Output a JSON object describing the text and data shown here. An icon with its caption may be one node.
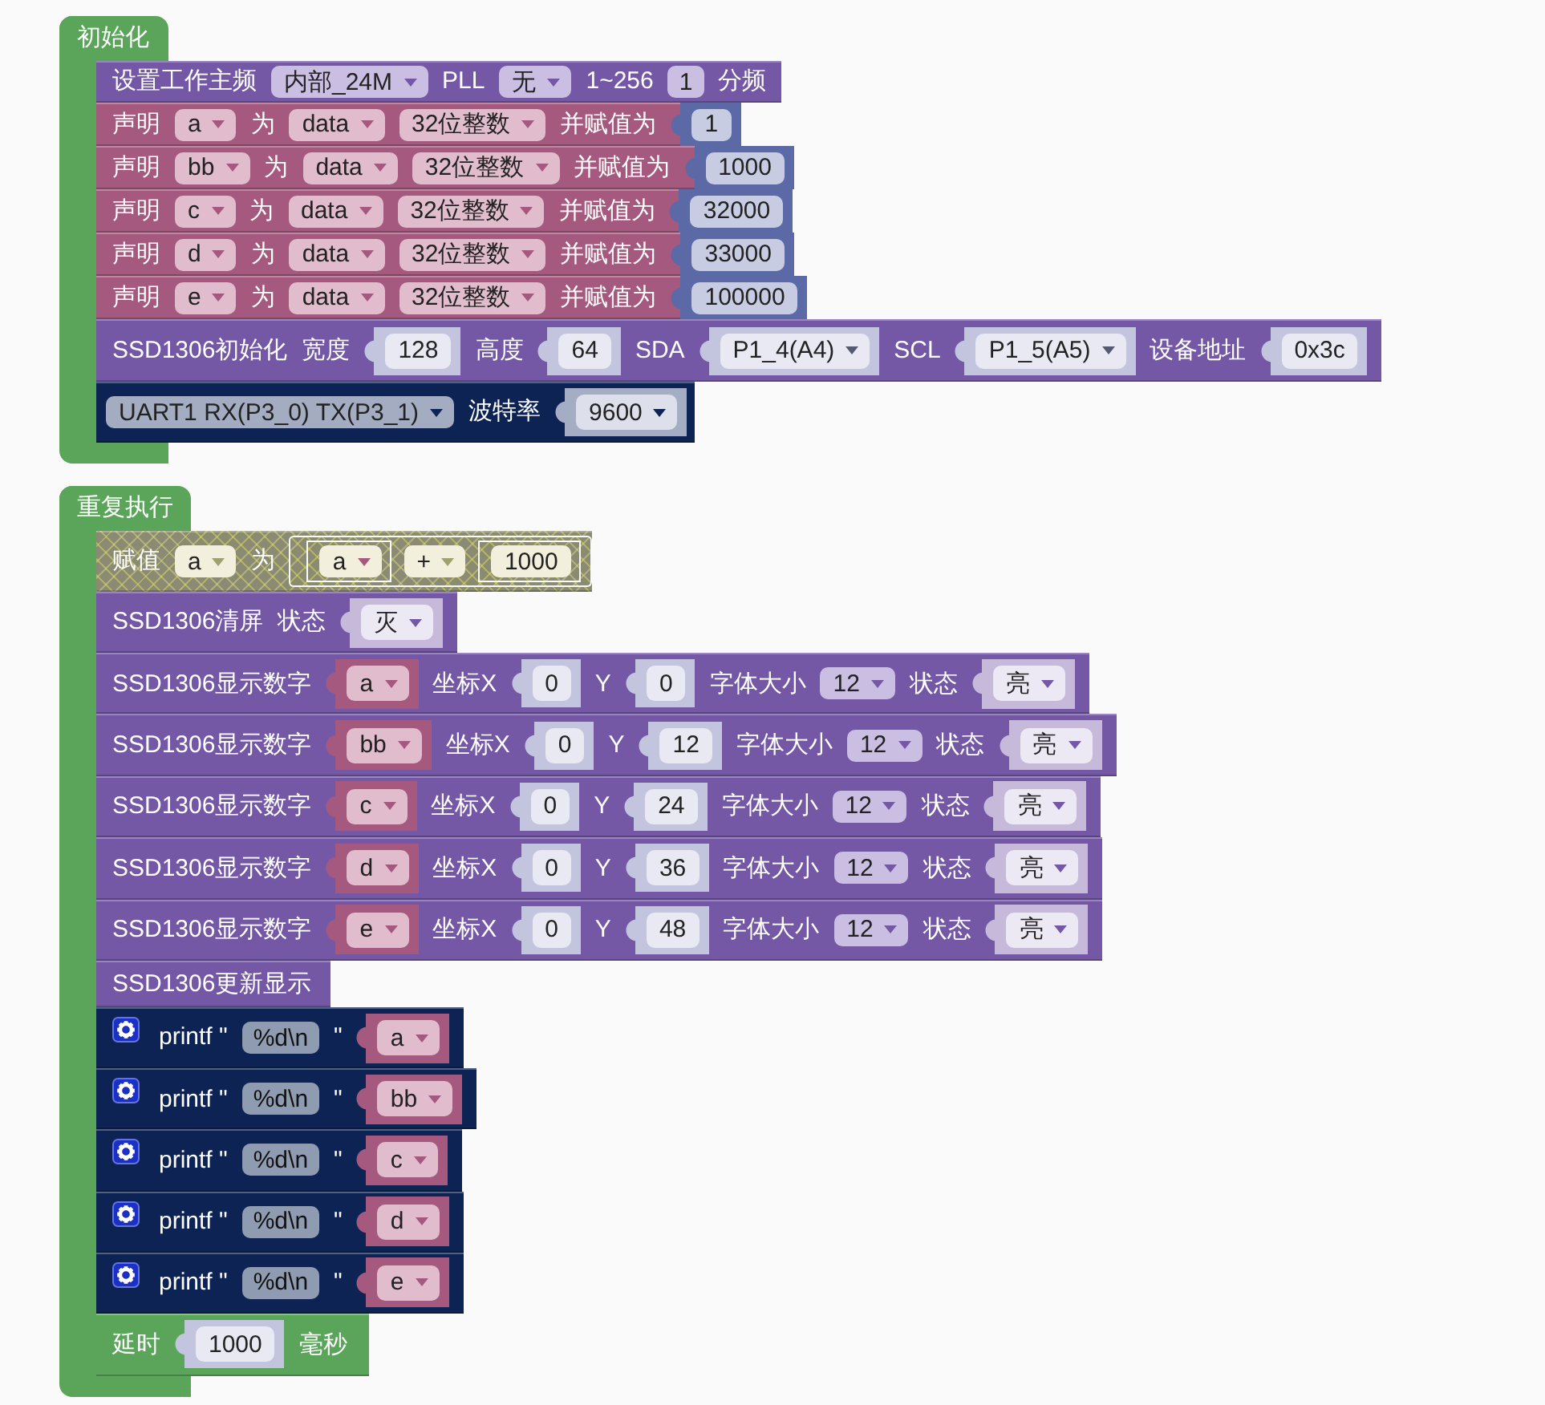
{
  "diagram": {
    "nodes": [
      {
        "text": [
          "初始化"
        ]
      },
      {
        "text": [
          "设置工作主频",
          "PLL",
          "1~256",
          "分频"
        ],
        "in": 0
      },
      {
        "text": [
          "内部_24M"
        ],
        "in": 1
      },
      {
        "text": [
          "无"
        ],
        "in": 1
      },
      {
        "text": [
          "1"
        ],
        "in": 1
      },
      {
        "text": [
          "声明",
          "为",
          "并赋值为"
        ],
        "in": 0
      },
      {
        "text": [
          "a"
        ],
        "in": 5
      },
      {
        "text": [
          "data"
        ],
        "in": 5
      },
      {
        "text": [
          "32位整数"
        ],
        "in": 5
      },
      {
        "text": [
          "1"
        ],
        "in": 5
      },
      {
        "text": [
          "声明",
          "为",
          "并赋值为"
        ],
        "in": 0
      },
      {
        "text": [
          "bb"
        ],
        "in": 10
      },
      {
        "text": [
          "data"
        ],
        "in": 10
      },
      {
        "text": [
          "32位整数"
        ],
        "in": 10
      },
      {
        "text": [
          "1000"
        ],
        "in": 10
      },
      {
        "text": [
          "声明",
          "为",
          "并赋值为"
        ],
        "in": 0
      },
      {
        "text": [
          "c"
        ],
        "in": 15
      },
      {
        "text": [
          "data"
        ],
        "in": 15
      },
      {
        "text": [
          "32位整数"
        ],
        "in": 15
      },
      {
        "text": [
          "32000"
        ],
        "in": 15
      },
      {
        "text": [
          "声明",
          "为",
          "并赋值为"
        ],
        "in": 0
      },
      {
        "text": [
          "d"
        ],
        "in": 20
      },
      {
        "text": [
          "data"
        ],
        "in": 20
      },
      {
        "text": [
          "32位整数"
        ],
        "in": 20
      },
      {
        "text": [
          "33000"
        ],
        "in": 20
      },
      {
        "text": [
          "声明",
          "为",
          "并赋值为"
        ],
        "in": 0
      },
      {
        "text": [
          "e"
        ],
        "in": 25
      },
      {
        "text": [
          "data"
        ],
        "in": 25
      },
      {
        "text": [
          "32位整数"
        ],
        "in": 25
      },
      {
        "text": [
          "100000"
        ],
        "in": 25
      },
      {
        "text": [
          "SSD1306初始化",
          "宽度",
          "高度",
          "SDA",
          "SCL",
          "设备地址"
        ],
        "in": 0
      },
      {
        "text": [
          "128"
        ],
        "in": 30
      },
      {
        "text": [
          "64"
        ],
        "in": 30
      },
      {
        "text": [
          "P1_4(A4)"
        ],
        "in": 30
      },
      {
        "text": [
          "P1_5(A5)"
        ],
        "in": 30
      },
      {
        "text": [
          "0x3c"
        ],
        "in": 30
      },
      {
        "text": [
          "波特率"
        ],
        "in": 0
      },
      {
        "text": [
          "UART1 RX(P3_0) TX(P3_1)"
        ],
        "in": 36
      },
      {
        "text": [
          "9600"
        ],
        "in": 36
      },
      {
        "text": [
          "重复执行"
        ]
      },
      {
        "text": [
          "赋值",
          "为"
        ],
        "in": 39
      },
      {
        "text": [
          "a"
        ],
        "in": 40
      },
      {
        "text": [],
        "shape": "box",
        "in": 40
      },
      {
        "text": [
          "a"
        ],
        "in": 42
      },
      {
        "text": [
          "+"
        ],
        "in": 42
      },
      {
        "text": [
          "1000"
        ],
        "in": 42
      },
      {
        "text": [
          "SSD1306清屏",
          "状态"
        ],
        "in": 39
      },
      {
        "text": [
          "灭"
        ],
        "in": 46
      },
      {
        "text": [
          "SSD1306显示数字",
          "坐标X",
          "Y",
          "字体大小",
          "状态"
        ],
        "in": 39
      },
      {
        "text": [
          "a"
        ],
        "in": 48
      },
      {
        "text": [
          "0"
        ],
        "in": 48
      },
      {
        "text": [
          "0"
        ],
        "in": 48
      },
      {
        "text": [
          "12"
        ],
        "in": 48
      },
      {
        "text": [
          "亮"
        ],
        "in": 48
      },
      {
        "text": [
          "SSD1306显示数字",
          "坐标X",
          "Y",
          "字体大小",
          "状态"
        ],
        "in": 39
      },
      {
        "text": [
          "bb"
        ],
        "in": 54
      },
      {
        "text": [
          "0"
        ],
        "in": 54
      },
      {
        "text": [
          "12"
        ],
        "in": 54
      },
      {
        "text": [
          "12"
        ],
        "in": 54
      },
      {
        "text": [
          "亮"
        ],
        "in": 54
      },
      {
        "text": [
          "SSD1306显示数字",
          "坐标X",
          "Y",
          "字体大小",
          "状态"
        ],
        "in": 39
      },
      {
        "text": [
          "c"
        ],
        "in": 60
      },
      {
        "text": [
          "0"
        ],
        "in": 60
      },
      {
        "text": [
          "24"
        ],
        "in": 60
      },
      {
        "text": [
          "12"
        ],
        "in": 60
      },
      {
        "text": [
          "亮"
        ],
        "in": 60
      },
      {
        "text": [
          "SSD1306显示数字",
          "坐标X",
          "Y",
          "字体大小",
          "状态"
        ],
        "in": 39
      },
      {
        "text": [
          "d"
        ],
        "in": 66
      },
      {
        "text": [
          "0"
        ],
        "in": 66
      },
      {
        "text": [
          "36"
        ],
        "in": 66
      },
      {
        "text": [
          "12"
        ],
        "in": 66
      },
      {
        "text": [
          "亮"
        ],
        "in": 66
      },
      {
        "text": [
          "SSD1306显示数字",
          "坐标X",
          "Y",
          "字体大小",
          "状态"
        ],
        "in": 39
      },
      {
        "text": [
          "e"
        ],
        "in": 72
      },
      {
        "text": [
          "0"
        ],
        "in": 72
      },
      {
        "text": [
          "48"
        ],
        "in": 72
      },
      {
        "text": [
          "12"
        ],
        "in": 72
      },
      {
        "text": [
          "亮"
        ],
        "in": 72
      },
      {
        "text": [
          "SSD1306更新显示"
        ],
        "in": 39
      },
      {
        "text": [
          "printf \"",
          "\""
        ],
        "in": 39
      },
      {
        "text": [
          "%d\\n"
        ],
        "in": 79
      },
      {
        "text": [
          "a"
        ],
        "in": 79
      },
      {
        "text": [
          "printf \"",
          "\""
        ],
        "in": 39
      },
      {
        "text": [
          "%d\\n"
        ],
        "in": 82
      },
      {
        "text": [
          "bb"
        ],
        "in": 82
      },
      {
        "text": [
          "printf \"",
          "\""
        ],
        "in": 39
      },
      {
        "text": [
          "%d\\n"
        ],
        "in": 85
      },
      {
        "text": [
          "c"
        ],
        "in": 85
      },
      {
        "text": [
          "printf \"",
          "\""
        ],
        "in": 39
      },
      {
        "text": [
          "%d\\n"
        ],
        "in": 88
      },
      {
        "text": [
          "d"
        ],
        "in": 88
      },
      {
        "text": [
          "printf \"",
          "\""
        ],
        "in": 39
      },
      {
        "text": [
          "%d\\n"
        ],
        "in": 91
      },
      {
        "text": [
          "e"
        ],
        "in": 91
      },
      {
        "text": [
          "延时",
          "毫秒"
        ],
        "in": 39
      },
      {
        "text": [
          "1000"
        ],
        "in": 94
      }
    ]
  }
}
